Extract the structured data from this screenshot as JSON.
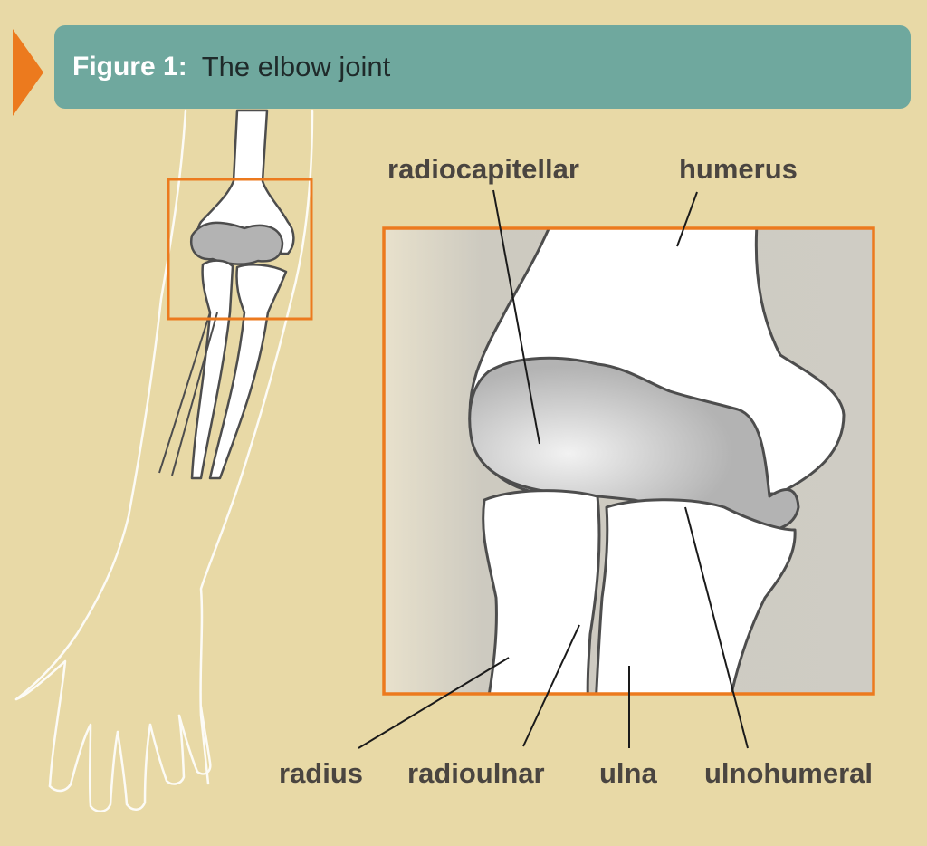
{
  "header": {
    "figure_label": "Figure 1:",
    "title": "The elbow joint"
  },
  "labels": {
    "radiocapitellar": "radiocapitellar",
    "humerus": "humerus",
    "radius": "radius",
    "radioulnar": "radioulnar",
    "ulna": "ulna",
    "ulnohumeral": "ulnohumeral"
  },
  "colors": {
    "background": "#e8d9a6",
    "banner": "#6fa89e",
    "accent_orange": "#ec7a1e",
    "bone_white": "#ffffff",
    "cartilage_grey": "#b3b3b3",
    "outline": "#4d4d4d"
  }
}
